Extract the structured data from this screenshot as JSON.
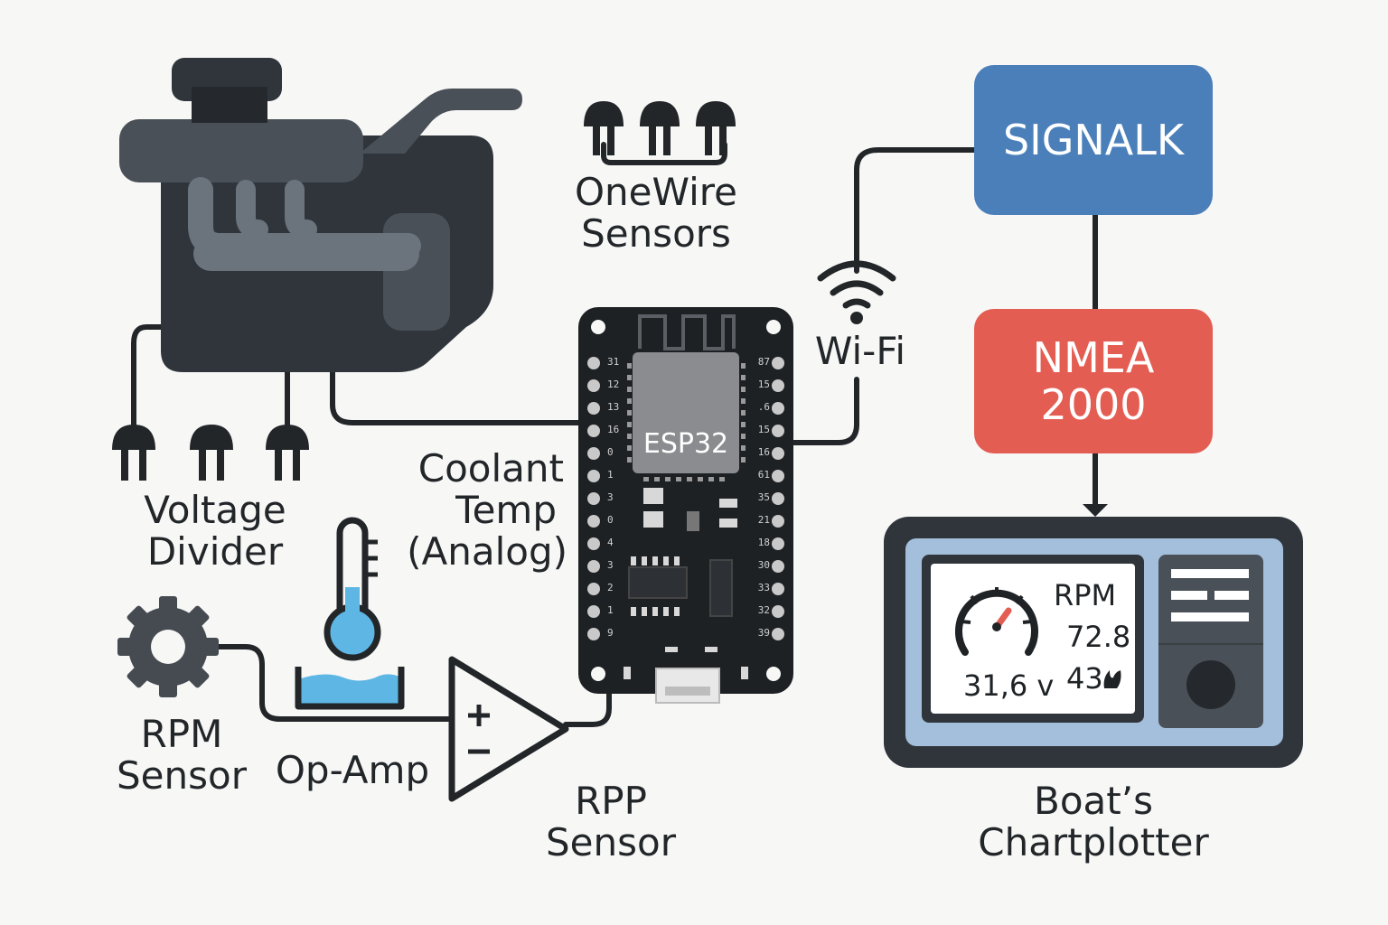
{
  "labels": {
    "onewire_line1": "OneWire",
    "onewire_line2": "Sensors",
    "wifi": "Wi-Fi",
    "voltage_line1": "Voltage",
    "voltage_line2": "Divider",
    "coolant_line1": "Coolant",
    "coolant_line2": "Temp",
    "coolant_line3": "(Analog)",
    "rpm_sensor_line1": "RPM",
    "rpm_sensor_line2": "Sensor",
    "opamp": "Op-Amp",
    "rpp_line1": "RPP",
    "rpp_line2": "Sensor",
    "chartplotter_line1": "Boat’s",
    "chartplotter_line2": "Chartplotter"
  },
  "boxes": {
    "signalk": "SIGNALK",
    "nmea_line1": "NMEA",
    "nmea_line2": "2000"
  },
  "esp32": {
    "name": "ESP32",
    "left_pins": [
      "31",
      "12",
      "13",
      "16",
      "0",
      "1",
      "3",
      "0",
      "4",
      "3",
      "2",
      "1",
      "9"
    ],
    "right_pins": [
      "87",
      "15",
      ".6",
      "15",
      "16",
      "61",
      "35",
      "21",
      "18",
      "30",
      "33",
      "32",
      "39"
    ]
  },
  "chartplotter_display": {
    "rpm_label": "RPM",
    "value_1": "72.8",
    "value_2": "43",
    "voltage": "31,6 v"
  },
  "colors": {
    "signalk": "#4a7fba",
    "nmea": "#e45d52",
    "engine_dark": "#2f353b",
    "engine_mid": "#4a5058",
    "engine_pipe": "#6b737c",
    "board": "#1e2124",
    "water": "#5db6e4",
    "screen_frame": "#a4bfdc"
  }
}
